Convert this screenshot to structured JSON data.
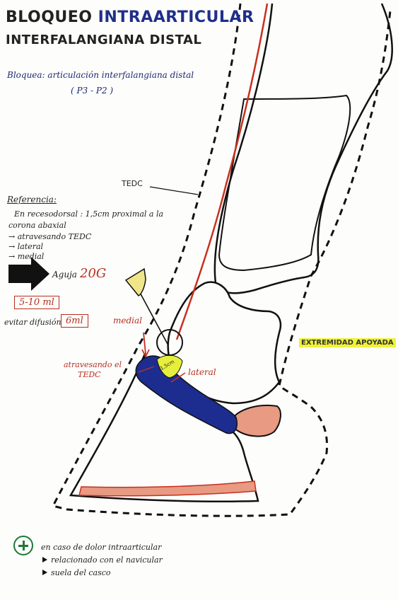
{
  "title": {
    "part1": "BLOQUEO ",
    "part2": "INTRAARTICULAR",
    "line2": "INTERFALANGIANA DISTAL"
  },
  "bloquea": {
    "label": "Bloquea:",
    "text": "articulación interfalangiana distal",
    "bones": "( P3 - P2 )"
  },
  "labels": {
    "tedc": "TEDC",
    "medial": "medial",
    "lateral": "lateral",
    "atravesando": [
      "atravesando el",
      "TEDC"
    ],
    "dist": "1,5cm",
    "extremidad": "EXTREMIDAD APOYADA"
  },
  "referencia": {
    "heading": "Referencia:",
    "lines": [
      "En recesodorsal : 1,5cm proximal a la",
      "corona abaxial"
    ],
    "items": [
      "→ atravesando TEDC",
      "→ lateral",
      "→ medial"
    ]
  },
  "aguja": {
    "label": "Aguja",
    "gauge": "20G",
    "volume": "5-10 ml"
  },
  "difusion": {
    "label": "evitar difusión",
    "volume": "6ml"
  },
  "notes": {
    "intro": "en caso de dolor intraarticular",
    "items": [
      "relacionado con el navicular",
      "suela del casco"
    ]
  },
  "colors": {
    "blue": "#1c2d8f",
    "red": "#c8301e",
    "salmon": "#e89a82",
    "yellow": "#e6ef3c",
    "green": "#1e7a37"
  }
}
